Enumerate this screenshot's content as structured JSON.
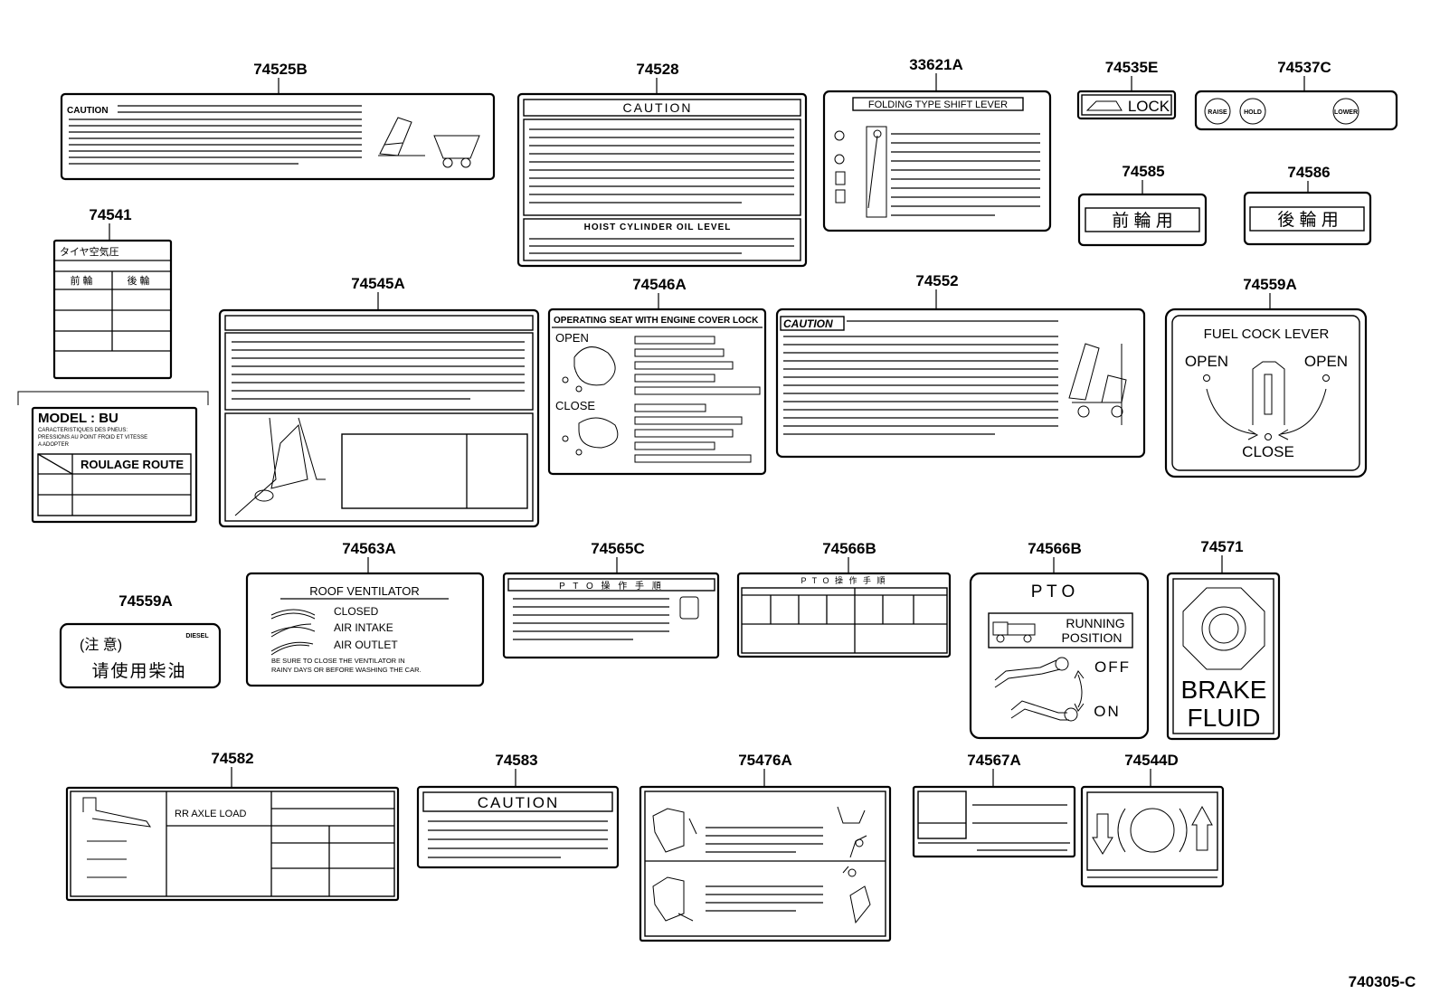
{
  "diagram_id": "740305-C",
  "parts": {
    "p74525b": "74525B",
    "p74528": "74528",
    "p33621a": "33621A",
    "p74535e": "74535E",
    "p74537c": "74537C",
    "p74585": "74585",
    "p74586": "74586",
    "p74541": "74541",
    "p74545a": "74545A",
    "p74546a": "74546A",
    "p74552": "74552",
    "p74559a_fuel": "74559A",
    "p74563a": "74563A",
    "p74565c": "74565C",
    "p74566b_table": "74566B",
    "p74566b_pto": "74566B",
    "p74571": "74571",
    "p74559a_diesel": "74559A",
    "p74582": "74582",
    "p74583": "74583",
    "p75476a": "75476A",
    "p74567a": "74567A",
    "p74544d": "74544D"
  },
  "labels": {
    "caution_74525b": "CAUTION",
    "caution_74528": "CAUTION",
    "hoist_cylinder": "HOIST CYLINDER OIL LEVEL",
    "folding_shift": "FOLDING TYPE SHIFT LEVER",
    "lock": "LOCK",
    "raise": "RAISE",
    "hold": "HOLD",
    "lower": "LOWER",
    "front_wheel": "前 輪 用",
    "rear_wheel": "後 輪 用",
    "tire_pressure": "タイヤ空気圧",
    "front": "前 輪",
    "rear": "後 輪",
    "model": "MODEL : BU",
    "model_note1": "CARACTERISTIQUES DES PNEUS:",
    "model_note2": "PRESSIONS AU POINT FROID ET VITESSE",
    "model_note3": "A ADOPTER",
    "roulage": "ROULAGE  ROUTE",
    "seat_title": "OPERATING SEAT WITH ENGINE COVER LOCK",
    "seat_open": "OPEN",
    "seat_close": "CLOSE",
    "caution_74552": "CAUTION",
    "fuel_cock": "FUEL COCK LEVER",
    "fuel_open_l": "OPEN",
    "fuel_open_r": "OPEN",
    "fuel_close": "CLOSE",
    "roof_title": "ROOF  VENTILATOR",
    "roof_closed": "CLOSED",
    "roof_intake": "AIR  INTAKE",
    "roof_outlet": "AIR  OUTLET",
    "roof_note1": "BE SURE TO CLOSE THE VENTILATOR IN",
    "roof_note2": "RAINY DAYS OR BEFORE WASHING THE CAR.",
    "pto_header_c": "P T O 操 作 手 順",
    "pto_header_b": "P T O 操 作 手 順",
    "pto": "P T O",
    "running": "RUNNING",
    "position": "POSITION",
    "off": "OFF",
    "on": "ON",
    "brake": "BRAKE",
    "fluid": "FLUID",
    "diesel": "DIESEL",
    "attention": "(注 意)",
    "use_diesel": "请使用柴油",
    "rr_axle": "RR AXLE LOAD",
    "caution_74583": "CAUTION"
  }
}
